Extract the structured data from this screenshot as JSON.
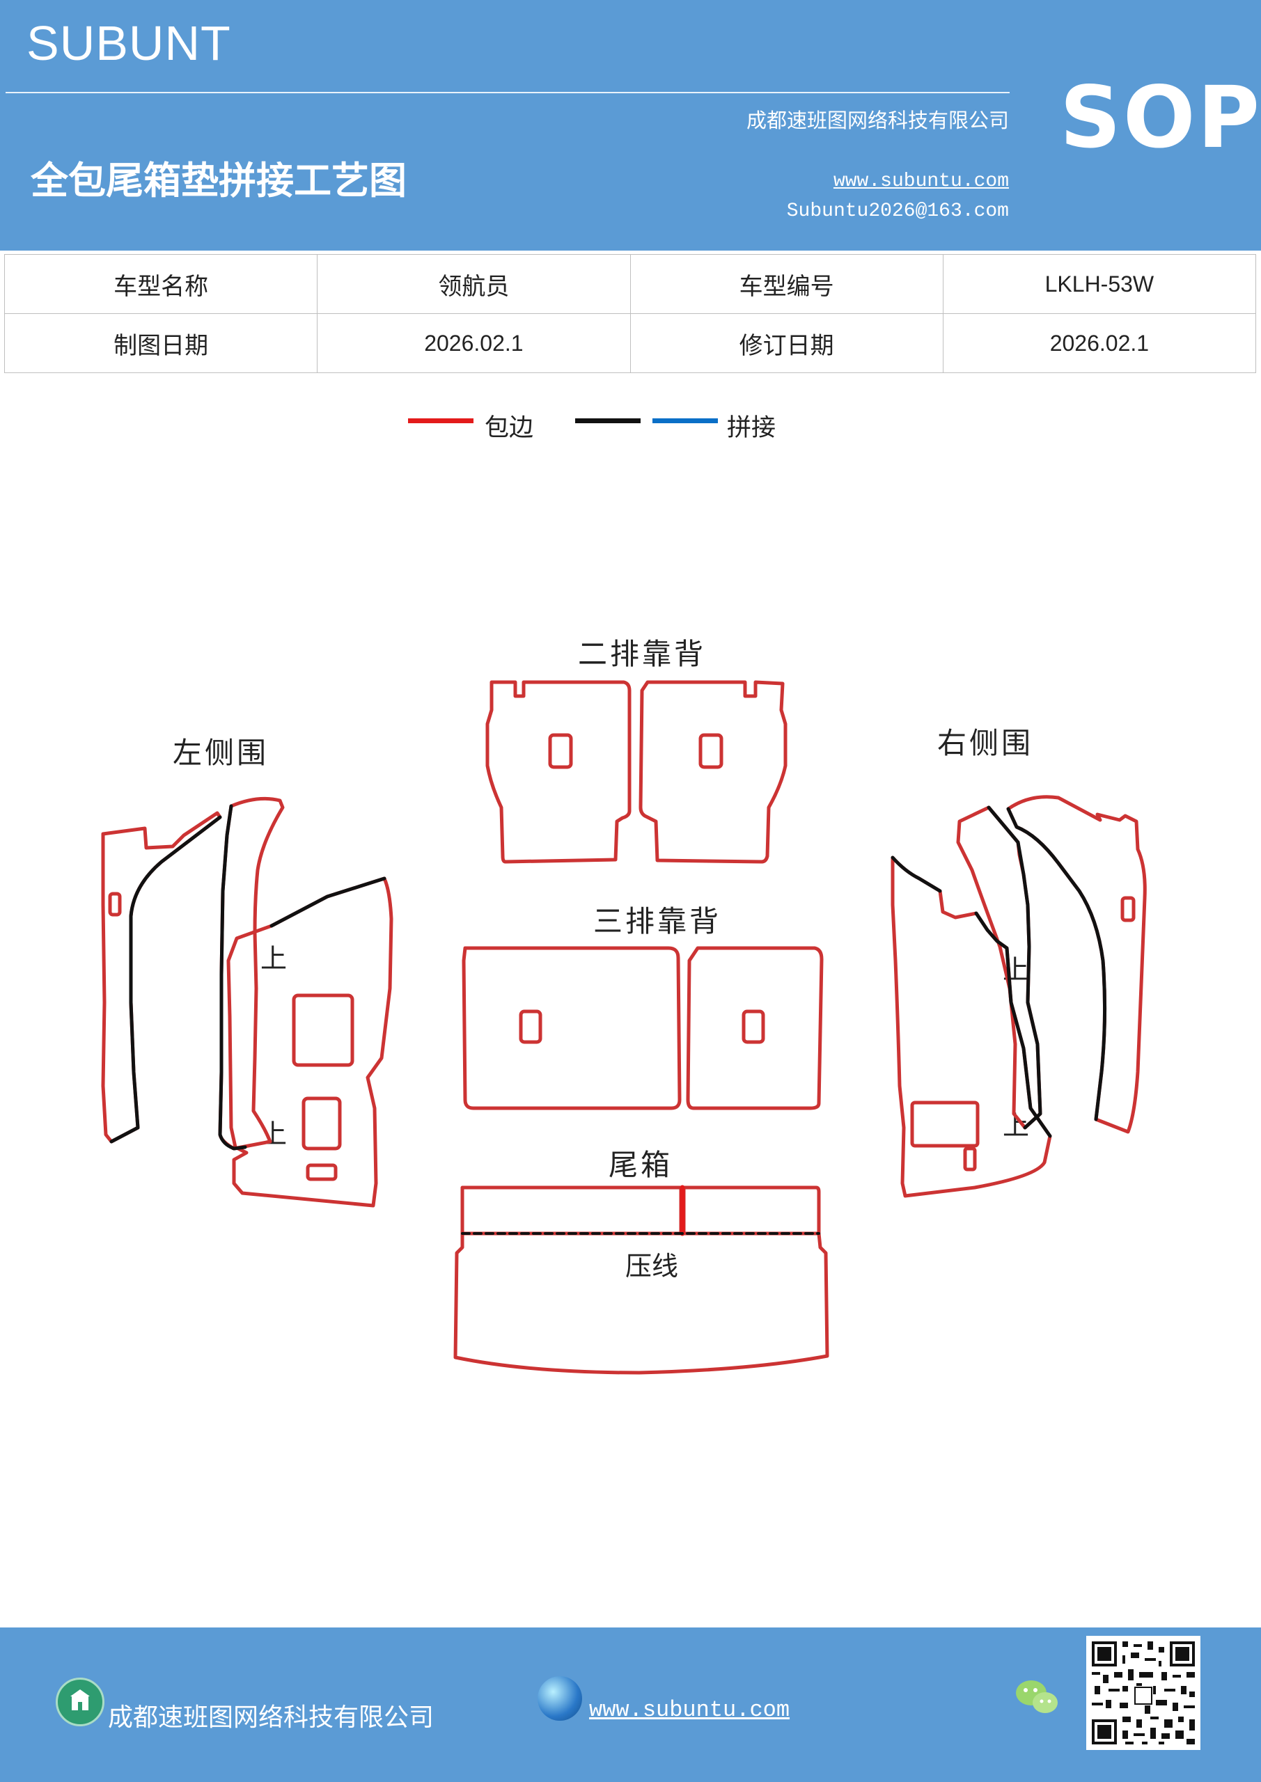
{
  "header": {
    "brand": "SUBUNT",
    "title": "全包尾箱垫拼接工艺图",
    "company": "成都速班图网络科技有限公司",
    "website": "www.subuntu.com",
    "email": "Subuntu2026@163.com",
    "badge": "SOP"
  },
  "info_table": {
    "row1": [
      "车型名称",
      "领航员",
      "车型编号",
      "LKLH-53W"
    ],
    "row2": [
      "制图日期",
      "2026.02.1",
      "修订日期",
      "2026.02.1"
    ]
  },
  "legend": {
    "edging_label": "包边",
    "splice_label": "拼接",
    "colors": {
      "edging": "#e31b1b",
      "black": "#111111",
      "splice": "#0a6fc7"
    }
  },
  "diagram": {
    "labels": {
      "second_row_back": "二排靠背",
      "left_side": "左侧围",
      "right_side": "右侧围",
      "third_row_back": "三排靠背",
      "trunk": "尾箱",
      "press_line": "压线",
      "up_mark": "上"
    },
    "colors": {
      "outline": "#cc3333",
      "seam": "#111111"
    }
  },
  "footer": {
    "company": "成都速班图网络科技有限公司",
    "website": "www.subuntu.com",
    "icons": [
      "building-icon",
      "globe-icon",
      "wechat-icon",
      "qr-code"
    ]
  }
}
